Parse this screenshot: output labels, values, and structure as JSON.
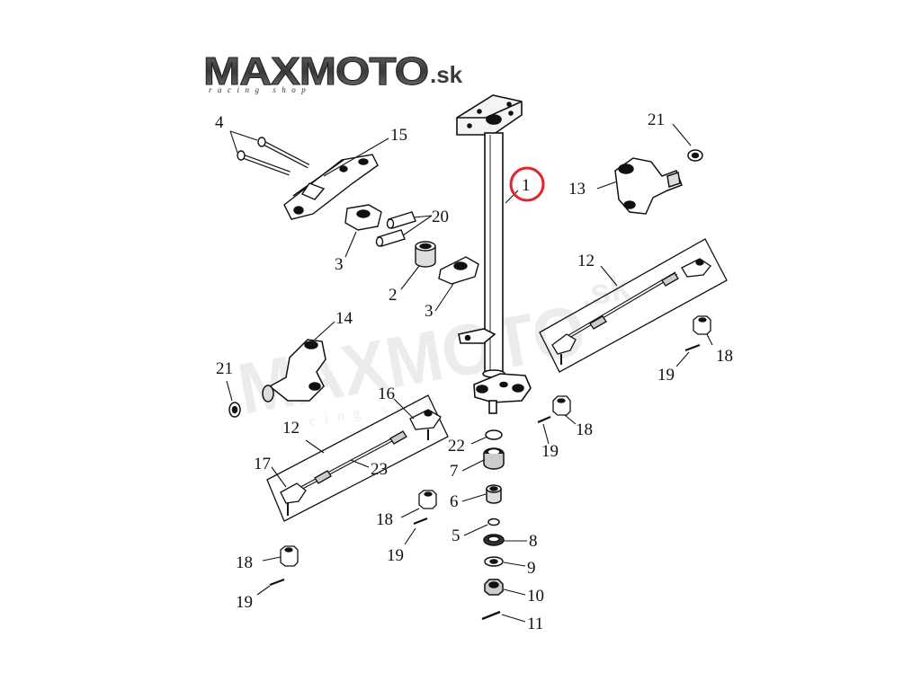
{
  "logo": {
    "brand": "MAXMOTO",
    "suffix": ".sk",
    "tagline": "racing shop",
    "colors": {
      "brand_dark": "#444444",
      "brand_mid": "#888888",
      "tagline": "#333333"
    }
  },
  "watermark": {
    "brand": "MAXMOTO",
    "suffix": ".sk",
    "tagline": "racing shop"
  },
  "highlight": {
    "part": "1",
    "color": "#e0242b"
  },
  "callouts": {
    "c4": "4",
    "c15": "15",
    "c20": "20",
    "c3a": "3",
    "c2": "2",
    "c3b": "3",
    "c1": "1",
    "c21a": "21",
    "c13": "13",
    "c12a": "12",
    "c18a": "18",
    "c19a": "19",
    "c14": "14",
    "c21b": "21",
    "c16": "16",
    "c12b": "12",
    "c17": "17",
    "c23": "23",
    "c18b": "18",
    "c19b": "19",
    "c18c": "18",
    "c19c": "19",
    "c22": "22",
    "c7": "7",
    "c6": "6",
    "c5": "5",
    "c8": "8",
    "c9": "9",
    "c10": "10",
    "c11": "11",
    "c18d": "18",
    "c19d": "19"
  }
}
